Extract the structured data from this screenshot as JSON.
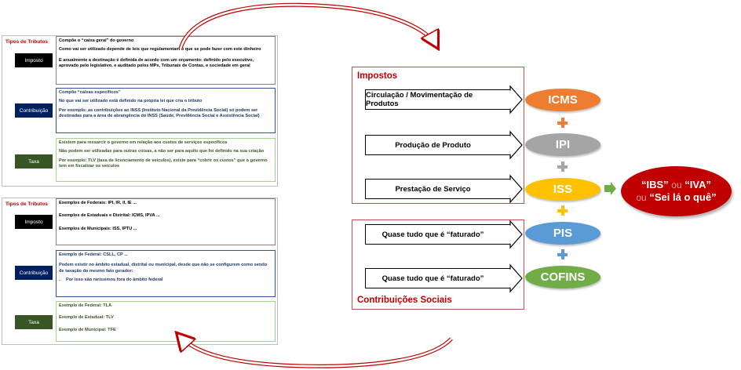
{
  "table1": {
    "header": "Tipos de Tributos",
    "rows": [
      {
        "label": "Imposto",
        "lines": [
          "Compõe o “caixa geral” do governo",
          "Como vai ser utilizado depende de leis que regulamentam o que se pode fazer com este dinheiro",
          "E anualmente a destinação é definida de acordo com um orçamento: definido pelo executivo, aprovado pelo legislativo, e auditado pelos MPs, Tribunais de Contas, e sociedade em geral"
        ]
      },
      {
        "label": "Contribuição",
        "lines": [
          "Compõe “caixas específicos”",
          "No que vai ser utilizado está definido na própria lei que cria o tributo",
          "Por exemplo: as contribuições ao INSS (Instituto Nacional da Previdência Social) só podem ser destinadas para a área de abrangência do INSS (Saúde, Previdência Social e Assistência Social)"
        ]
      },
      {
        "label": "Taxa",
        "lines": [
          "Existem para ressarcir o governo em relação aos custos de serviços específicos",
          "Não podem ser utilizadas para outras coisas, a não ser para aquilo que foi definido na sua criação",
          "Por exemplo: TLV (taxa de licenciamento de veículos), existe para “cobrir os custos” que o governo tem em fiscalizar os veículos"
        ]
      }
    ]
  },
  "table2": {
    "header": "Tipos de Tributos",
    "rows": [
      {
        "label": "Imposto",
        "lines": [
          "Exemplos de Federais: IPI, IR, II, IE ...",
          "Exemplos de Estaduais e Distrital: ICMS, IPVA ...",
          "Exemplos de Municipais: ISS, IPTU ..."
        ]
      },
      {
        "label": "Contribuição",
        "lines": [
          "Exemplo de Federal: CSLL, CP ...",
          "Podem existir no âmbito estadual, distrital ou municipal, desde que não se configurem como sendo de taxação do mesmo fato gerador:"
        ],
        "bullet": "Por isso são raríssimos fora do âmbito federal"
      },
      {
        "label": "Taxa",
        "lines": [
          "Exemplo de Federal: TLA",
          "Exemplo de Estadual: TLV",
          "Exemplo de Municipal: TFE"
        ]
      }
    ]
  },
  "diagram": {
    "impostos_title": "Impostos",
    "contribuicoes_title": "Contribuições Sociais",
    "arrows": [
      "Circulação / Movimentação de Produtos",
      "Produção de Produto",
      "Prestação de Serviço",
      "Quase tudo que é “faturado”",
      "Quase tudo que é “faturado”"
    ],
    "taxes": [
      {
        "name": "ICMS",
        "color": "#ed7d31"
      },
      {
        "name": "IPI",
        "color": "#a5a5a5"
      },
      {
        "name": "ISS",
        "color": "#ffc000"
      },
      {
        "name": "PIS",
        "color": "#5b9bd5"
      },
      {
        "name": "COFINS",
        "color": "#70ad47"
      }
    ],
    "result": {
      "part1": "“IBS”",
      "or1": "ou",
      "part2": "“IVA”",
      "or2": "ou",
      "part3": "“Sei lá o quê”"
    }
  }
}
